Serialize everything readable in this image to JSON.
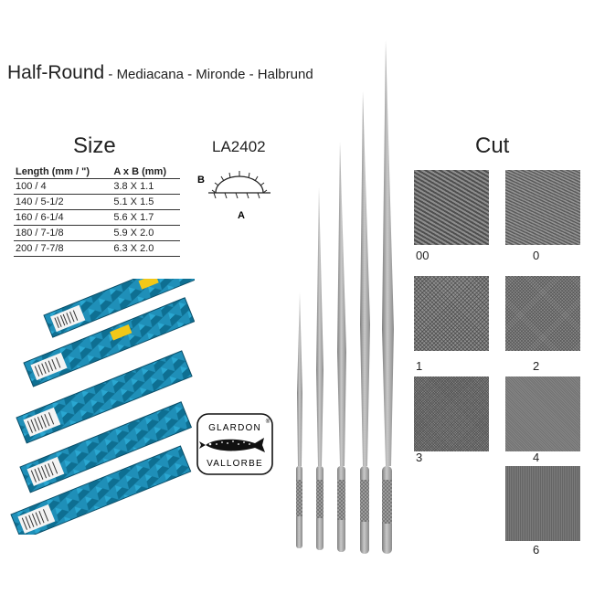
{
  "title": {
    "main": "Half-Round",
    "sub": " - Mediacana - Mironde - Halbrund"
  },
  "size": {
    "heading": "Size",
    "headers": [
      "Length (mm / \")",
      "A x B (mm)"
    ],
    "rows": [
      [
        "100 / 4",
        "3.8 X 1.1"
      ],
      [
        "140 / 5-1/2",
        "5.1 X 1.5"
      ],
      [
        "160 / 6-1/4",
        "5.6 X 1.7"
      ],
      [
        "180 / 7-1/8",
        "5.9 X 2.0"
      ],
      [
        "200 / 7-7/8",
        "6.3 X 2.0"
      ]
    ]
  },
  "profile": {
    "model": "LA2402",
    "label_a": "A",
    "label_b": "B"
  },
  "cut": {
    "heading": "Cut",
    "grades": [
      "00",
      "0",
      "1",
      "2",
      "3",
      "4",
      "6"
    ]
  },
  "logo": {
    "line1": "GLARDON",
    "line2": "VALLORBE",
    "mark": "®"
  },
  "colors": {
    "file_metal": "#a9a9a9",
    "box_blue": "#1f8fb8",
    "swatch_gray": "#808080"
  }
}
